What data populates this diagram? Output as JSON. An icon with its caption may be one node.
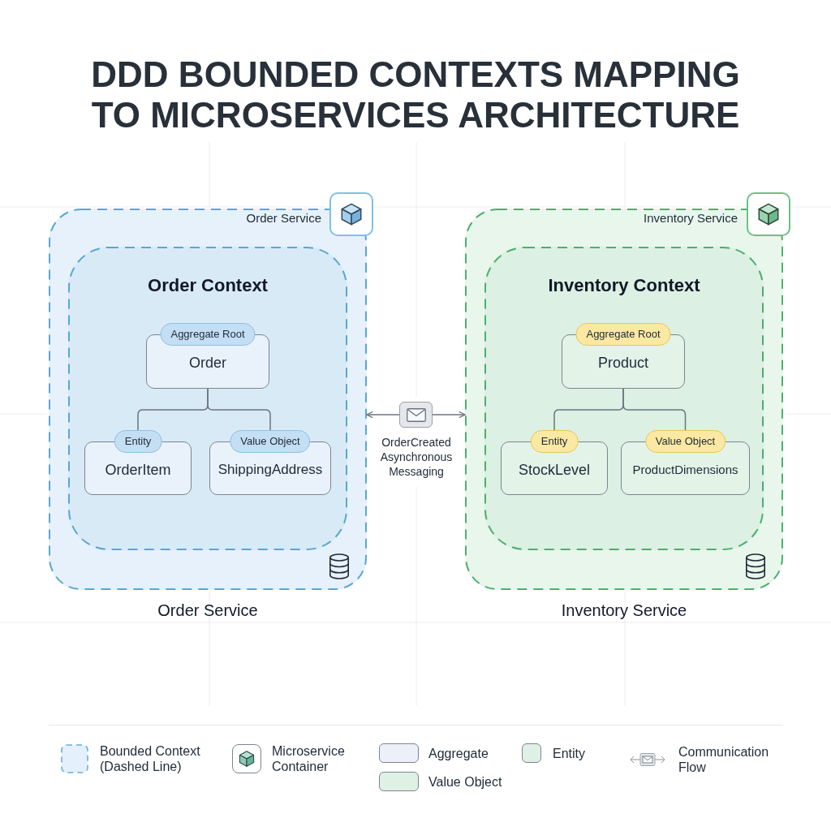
{
  "diagram": {
    "title": "DDD BOUNDED CONTEXTS MAPPING TO MICROSERVICES ARCHITECTURE",
    "nodes": [
      {
        "text": [
          "Order Service"
        ],
        "beside": [
          "Order Service"
        ]
      },
      {
        "text": [
          "Order Context"
        ],
        "in": 0
      },
      {
        "text": [
          "Aggregate Root",
          "Order"
        ],
        "in": 1
      },
      {
        "text": [
          "Entity",
          "OrderItem"
        ],
        "in": 1
      },
      {
        "text": [
          "Value Object",
          "ShippingAddress"
        ],
        "in": 1
      },
      {
        "text": [
          "Inventory Service"
        ],
        "beside": [
          "Inventory Service"
        ]
      },
      {
        "text": [
          "Inventory Context"
        ],
        "in": 5
      },
      {
        "text": [
          "Aggregate Root",
          "Product"
        ],
        "in": 6
      },
      {
        "text": [
          "Entity",
          "StockLevel"
        ],
        "in": 6
      },
      {
        "text": [
          "Value Object",
          "ProductDimensions"
        ],
        "in": 6
      },
      {
        "text": [],
        "shape": "box",
        "beside": [
          "OrderCreated Asynchronous Messaging"
        ]
      }
    ],
    "edges": [
      {
        "from": 2,
        "to": 3,
        "arrow": "none"
      },
      {
        "from": 2,
        "to": 4,
        "arrow": "none"
      },
      {
        "from": 7,
        "to": 8,
        "arrow": "none"
      },
      {
        "from": 7,
        "to": 9,
        "arrow": "none"
      },
      {
        "from": 10,
        "to": 0,
        "arrow": "to"
      },
      {
        "from": 10,
        "to": 5,
        "arrow": "to"
      }
    ],
    "legend": [
      {
        "text": "Bounded Context (Dashed Line)"
      },
      {
        "text": "Microservice Container"
      },
      {
        "text": "Aggregate",
        "color": "#edf0f8"
      },
      {
        "text": "Entity",
        "color": "#dff1e5"
      },
      {
        "text": "Communication Flow"
      },
      {
        "text": "Value Object",
        "color": "#dff1e5"
      }
    ]
  }
}
